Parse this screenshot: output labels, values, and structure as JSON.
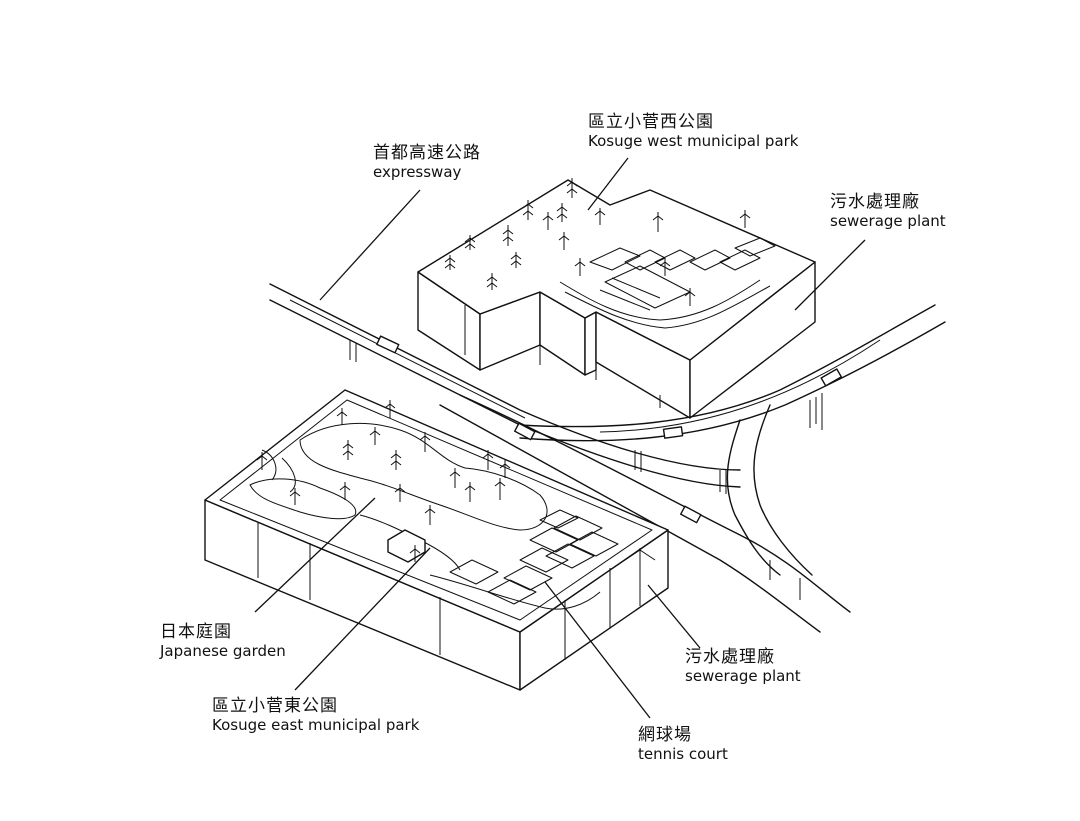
{
  "labels": {
    "kosuge_west": {
      "zh": "區立小菅西公園",
      "en": "Kosuge west municipal park"
    },
    "expressway": {
      "zh": "首都高速公路",
      "en": "expressway"
    },
    "sewerage_upper": {
      "zh": "污水處理廠",
      "en": "sewerage plant"
    },
    "japanese_garden": {
      "zh": "日本庭園",
      "en": "Japanese garden"
    },
    "kosuge_east": {
      "zh": "區立小菅東公園",
      "en": "Kosuge east municipal park"
    },
    "sewerage_lower": {
      "zh": "污水處理廠",
      "en": "sewerage plant"
    },
    "tennis": {
      "zh": "網球場",
      "en": "tennis court"
    }
  }
}
